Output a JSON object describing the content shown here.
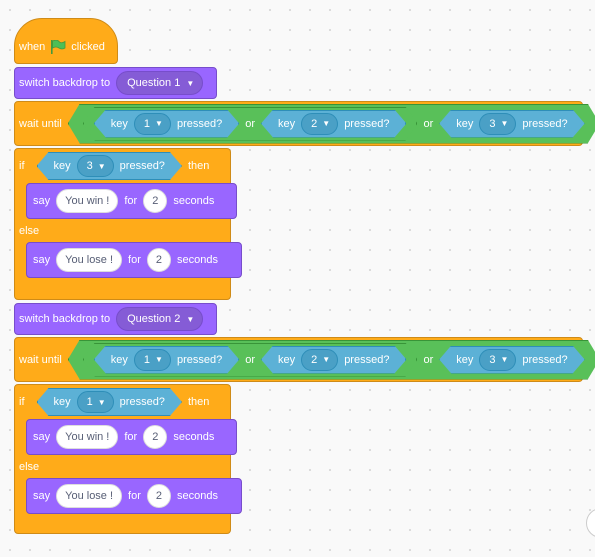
{
  "hat": {
    "when": "when",
    "clicked": "clicked"
  },
  "labels": {
    "switch_backdrop": "switch backdrop to",
    "wait_until": "wait until",
    "if": "if",
    "then": "then",
    "else": "else",
    "say": "say",
    "for": "for",
    "seconds": "seconds",
    "or": "or",
    "key": "key",
    "pressed": "pressed?"
  },
  "scripts": [
    {
      "backdrop": "Question 1",
      "wait_keys": [
        "1",
        "2",
        "3"
      ],
      "if_key": "3",
      "then_say": "You win !",
      "then_secs": "2",
      "else_say": "You lose !",
      "else_secs": "2"
    },
    {
      "backdrop": "Question 2",
      "wait_keys": [
        "1",
        "2",
        "3"
      ],
      "if_key": "1",
      "then_say": "You win !",
      "then_secs": "2",
      "else_say": "You lose !",
      "else_secs": "2"
    }
  ],
  "colors": {
    "control": "#ffab19",
    "looks": "#9966ff",
    "operators": "#59c059",
    "sensing": "#5cb1d6"
  },
  "icons": {
    "green_flag": "green-flag-icon",
    "dropdown": "caret-down-icon"
  }
}
